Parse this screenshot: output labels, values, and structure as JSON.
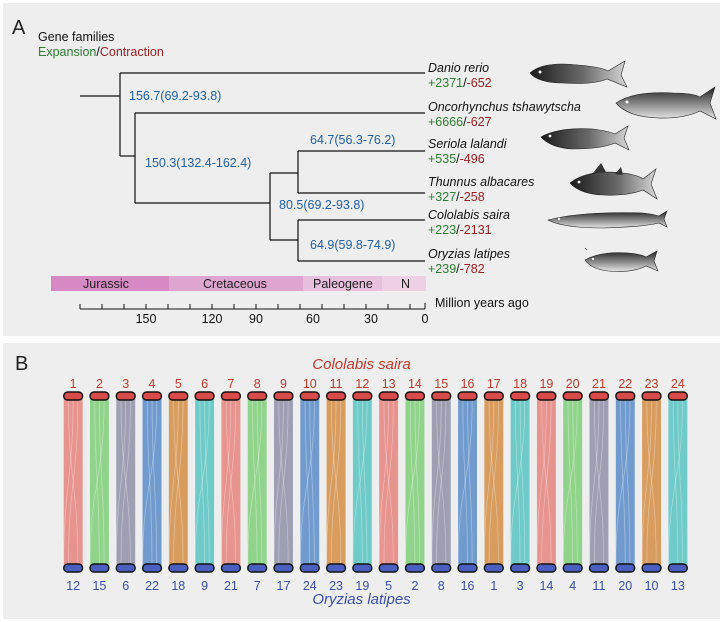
{
  "panel_a": {
    "letter": "A",
    "legend_title": "Gene families",
    "legend_expansion": "Expansion",
    "legend_slash": "/",
    "legend_contraction": "Contraction",
    "species": [
      {
        "name": "Danio rerio",
        "expansion": "+2371",
        "contraction": "-652"
      },
      {
        "name": "Oncorhynchus tshawytscha",
        "expansion": "+6666",
        "contraction": "-627"
      },
      {
        "name": "Seriola lalandi",
        "expansion": "+535",
        "contraction": "-496"
      },
      {
        "name": "Thunnus albacares",
        "expansion": "+327",
        "contraction": "-258"
      },
      {
        "name": "Cololabis saira",
        "expansion": "+223",
        "contraction": "-2131"
      },
      {
        "name": "Oryzias latipes",
        "expansion": "+239",
        "contraction": "-782"
      }
    ],
    "node_labels": [
      "156.7(69.2-93.8)",
      "150.3(132.4-162.4)",
      "80.5(69.2-93.8)",
      "64.7(56.3-76.2)",
      "64.9(59.8-74.9)"
    ],
    "eras": [
      {
        "name": "Jurassic",
        "color": "#d689c4"
      },
      {
        "name": "Cretaceous",
        "color": "#dfa5d1"
      },
      {
        "name": "Paleogene",
        "color": "#e8bfdc"
      },
      {
        "name": "N",
        "color": "#efcfe4"
      }
    ],
    "axis": {
      "ticks": [
        "150",
        "120",
        "90",
        "60",
        "30",
        "0"
      ],
      "label": "Million years ago"
    }
  },
  "panel_b": {
    "letter": "B",
    "top_species": "Cololabis saira",
    "bottom_species": "Oryzias latipes",
    "top_color": "#c0392b",
    "bottom_color": "#3a4fa8",
    "top_chromosomes": [
      "1",
      "2",
      "3",
      "4",
      "5",
      "6",
      "7",
      "8",
      "9",
      "10",
      "11",
      "12",
      "13",
      "14",
      "15",
      "16",
      "17",
      "18",
      "19",
      "20",
      "21",
      "22",
      "23",
      "24"
    ],
    "bottom_chromosomes": [
      "12",
      "15",
      "6",
      "22",
      "18",
      "9",
      "21",
      "7",
      "17",
      "24",
      "23",
      "19",
      "5",
      "2",
      "8",
      "16",
      "1",
      "3",
      "14",
      "4",
      "11",
      "20",
      "10",
      "13"
    ],
    "ribbon_colors": [
      "#e5837d",
      "#7fcf7a",
      "#8f90a8",
      "#5a8cc9",
      "#d58d45",
      "#58c4c2",
      "#e5837d",
      "#7fcf7a",
      "#8f90a8",
      "#5a8cc9",
      "#d58d45",
      "#58c4c2",
      "#e5837d",
      "#7fcf7a",
      "#8f90a8",
      "#5a8cc9",
      "#d58d45",
      "#58c4c2",
      "#e5837d",
      "#7fcf7a",
      "#8f90a8",
      "#5a8cc9",
      "#d58d45",
      "#58c4c2"
    ]
  }
}
